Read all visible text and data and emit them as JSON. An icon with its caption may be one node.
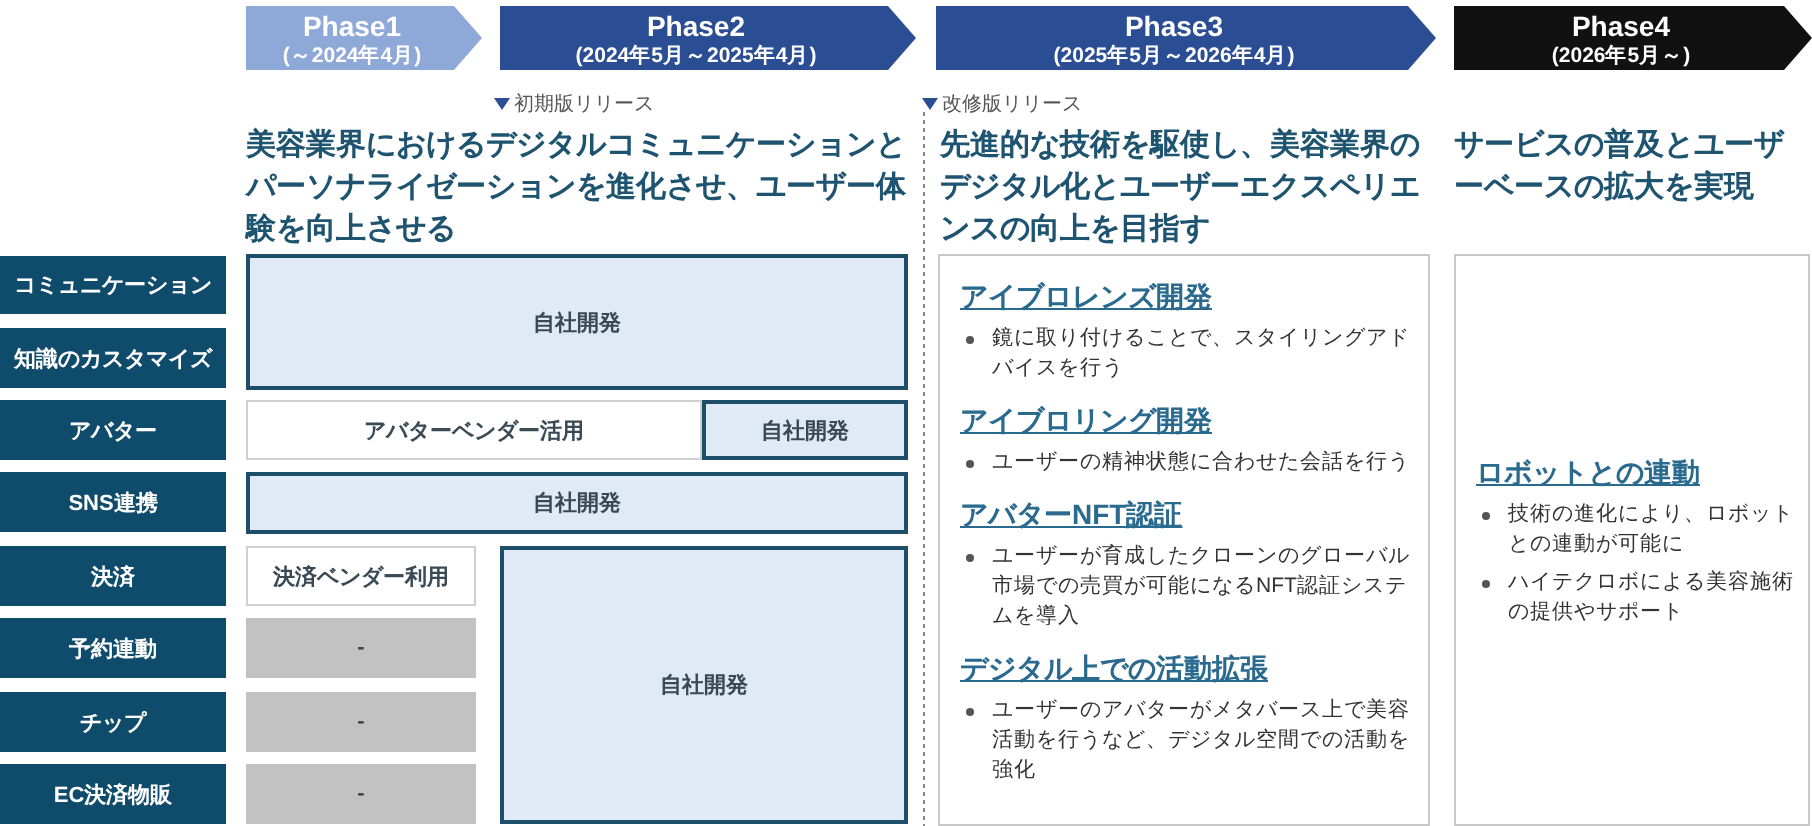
{
  "diagram": {
    "nodes": [
      {
        "text": [
          "Phase1",
          "(～2024年4月)"
        ]
      },
      {
        "text": [
          "Phase2",
          "(2024年5月～2025年4月)"
        ]
      },
      {
        "text": [
          "Phase3",
          "(2025年5月～2026年4月)"
        ]
      },
      {
        "text": [
          "Phase4",
          "(2026年5月～)"
        ]
      },
      {
        "text": [
          "コミュニケーション"
        ]
      },
      {
        "text": [
          "知識のカスタマイズ"
        ]
      },
      {
        "text": [
          "アバター"
        ]
      },
      {
        "text": [
          "SNS連携"
        ]
      },
      {
        "text": [
          "決済"
        ]
      },
      {
        "text": [
          "予約連動"
        ]
      },
      {
        "text": [
          "チップ"
        ]
      },
      {
        "text": [
          "EC決済物販"
        ]
      },
      {
        "text": [
          "自社開発"
        ]
      },
      {
        "text": [
          "アバターベンダー活用"
        ]
      },
      {
        "text": [
          "自社開発"
        ]
      },
      {
        "text": [
          "自社開発"
        ]
      },
      {
        "text": [
          "決済ベンダー利用"
        ]
      },
      {
        "text": [
          "-"
        ]
      },
      {
        "text": [
          "-"
        ]
      },
      {
        "text": [
          "-"
        ]
      },
      {
        "text": [
          "自社開発"
        ]
      },
      {
        "text": [
          "アイブロレンズ開発",
          "鏡に取り付けることで、スタイリングアドバイスを行う",
          "アイブロリング開発",
          "ユーザーの精神状態に合わせた会話を行う",
          "アバターNFT認証",
          "ユーザーが育成したクローンのグローバル市場での売買が可能になるNFT認証システムを導入",
          "デジタル上での活動拡張",
          "ユーザーのアバターがメタバース上で美容活動を行うなど、デジタル空間での活動を強化"
        ]
      },
      {
        "text": [
          "ロボットとの連動",
          "技術の進化により、ロボットとの連動が可能に",
          "ハイテクロボによる美容施術の提供やサポート"
        ]
      }
    ],
    "edges": [],
    "labels": [
      "初期版リリース",
      "美容業界におけるデジタルコミュニケーションとパーソナライゼーションを進化させ、ユーザー体験を向上させる",
      "改修版リリース",
      "先進的な技術を駆使し、美容業界のデジタル化とユーザーエクスペリエンスの向上を目指す",
      "サービスの普及とユーザーベースの拡大を実現"
    ]
  }
}
